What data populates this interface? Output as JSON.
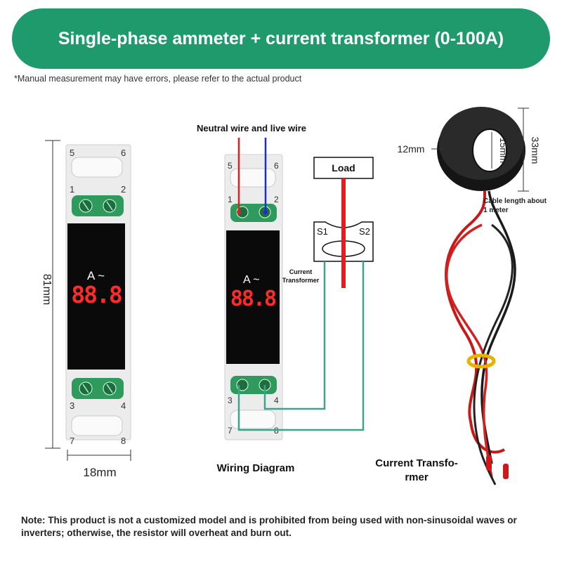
{
  "banner": {
    "title": "Single-phase ammeter + current transformer (0-100A)"
  },
  "disclaimer": "*Manual measurement may have errors, please refer to the actual product",
  "meter_left": {
    "height_label": "81mm",
    "width_label": "18mm",
    "terminals": [
      "5",
      "6",
      "1",
      "2",
      "3",
      "4",
      "7",
      "8"
    ],
    "unit_label": "A ~",
    "display_value": "88.8"
  },
  "wiring": {
    "top_label": "Neutral wire and live wire",
    "load_label": "Load",
    "s1": "S1",
    "s2": "S2",
    "ct_label_line1": "Current",
    "ct_label_line2": "Transformer",
    "terminals": [
      "5",
      "6",
      "1",
      "2",
      "3",
      "4",
      "7",
      "8"
    ],
    "unit_label": "A ~",
    "display_value": "88.8",
    "caption": "Wiring Diagram"
  },
  "transformer": {
    "width_label": "12mm",
    "hole_label": "15mm",
    "height_label": "33mm",
    "cable_note_line1": "Cable length about",
    "cable_note_line2": "1 meter",
    "caption_line1": "Current Transfo-",
    "caption_line2": "rmer"
  },
  "note": "Note: This product is not a customized model and is prohibited from being used with non-sinusoidal waves or inverters; otherwise, the resistor will overheat and burn out.",
  "colors": {
    "banner": "#1f9a6d",
    "terminal_green": "#2e9b5c",
    "digit_red": "#ff2a2a",
    "wire_red": "#e02020",
    "wire_blue": "#1a2fd0",
    "wire_teal": "#3aa58a"
  }
}
